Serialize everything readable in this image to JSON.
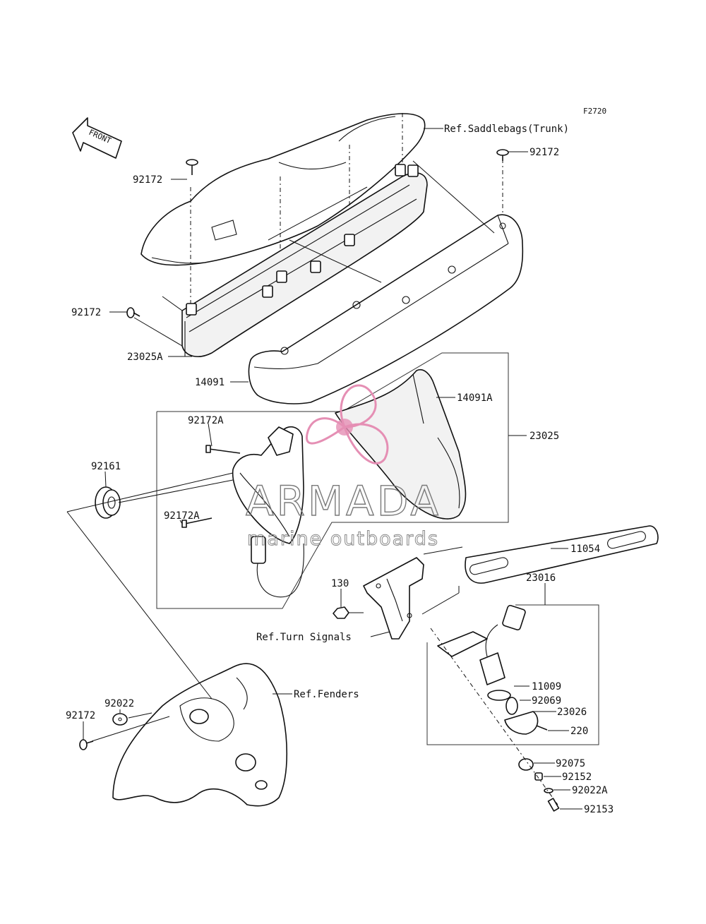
{
  "diagram_code": "F2720",
  "front_arrow_label": "FRONT",
  "watermark": {
    "brand": "ARMADA",
    "tagline": "marine outboards",
    "logo_color": "#e58fb4",
    "text_color": "#7a7a7a"
  },
  "refs": {
    "saddlebags": "Ref.Saddlebags(Trunk)",
    "turn_signals": "Ref.Turn Signals",
    "fenders": "Ref.Fenders"
  },
  "part_labels": {
    "p92172_right": "92172",
    "p92172_upper_left": "92172",
    "p92172_left": "92172",
    "p23025A": "23025A",
    "p14091": "14091",
    "p14091A": "14091A",
    "p23025": "23025",
    "p92172A_top": "92172A",
    "p92161": "92161",
    "p92172A_bottom": "92172A",
    "p11054": "11054",
    "p23016": "23016",
    "p130": "130",
    "p11009": "11009",
    "p92069": "92069",
    "p23026": "23026",
    "p220": "220",
    "p92022": "92022",
    "p92172_bottom": "92172",
    "p92075": "92075",
    "p92152": "92152",
    "p92022A": "92022A",
    "p92153": "92153"
  }
}
